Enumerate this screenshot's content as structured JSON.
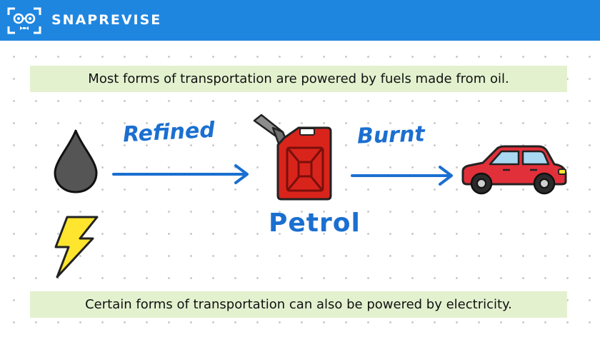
{
  "header": {
    "brand": "SNAPREVISE",
    "logo_icon": "snaprevise-face-logo-icon",
    "background_color": "#1f86e0"
  },
  "diagram": {
    "top_statement": "Most forms of transportation are powered by fuels made from oil.",
    "bottom_statement": "Certain forms of transportation can also be powered by electricity.",
    "steps": [
      {
        "icon": "oil-drop-icon"
      },
      {
        "arrow_label": "Refined"
      },
      {
        "icon": "jerry-can-icon",
        "label": "Petrol"
      },
      {
        "arrow_label": "Burnt"
      },
      {
        "icon": "car-icon"
      }
    ],
    "extra_icon": "lightning-bolt-icon",
    "colors": {
      "banner": "#e3f1cf",
      "arrow": "#1b6fd0",
      "jerry_can": "#d9241c",
      "car": "#e2303a",
      "lightning": "#ffe52e",
      "oil": "#555555"
    }
  }
}
